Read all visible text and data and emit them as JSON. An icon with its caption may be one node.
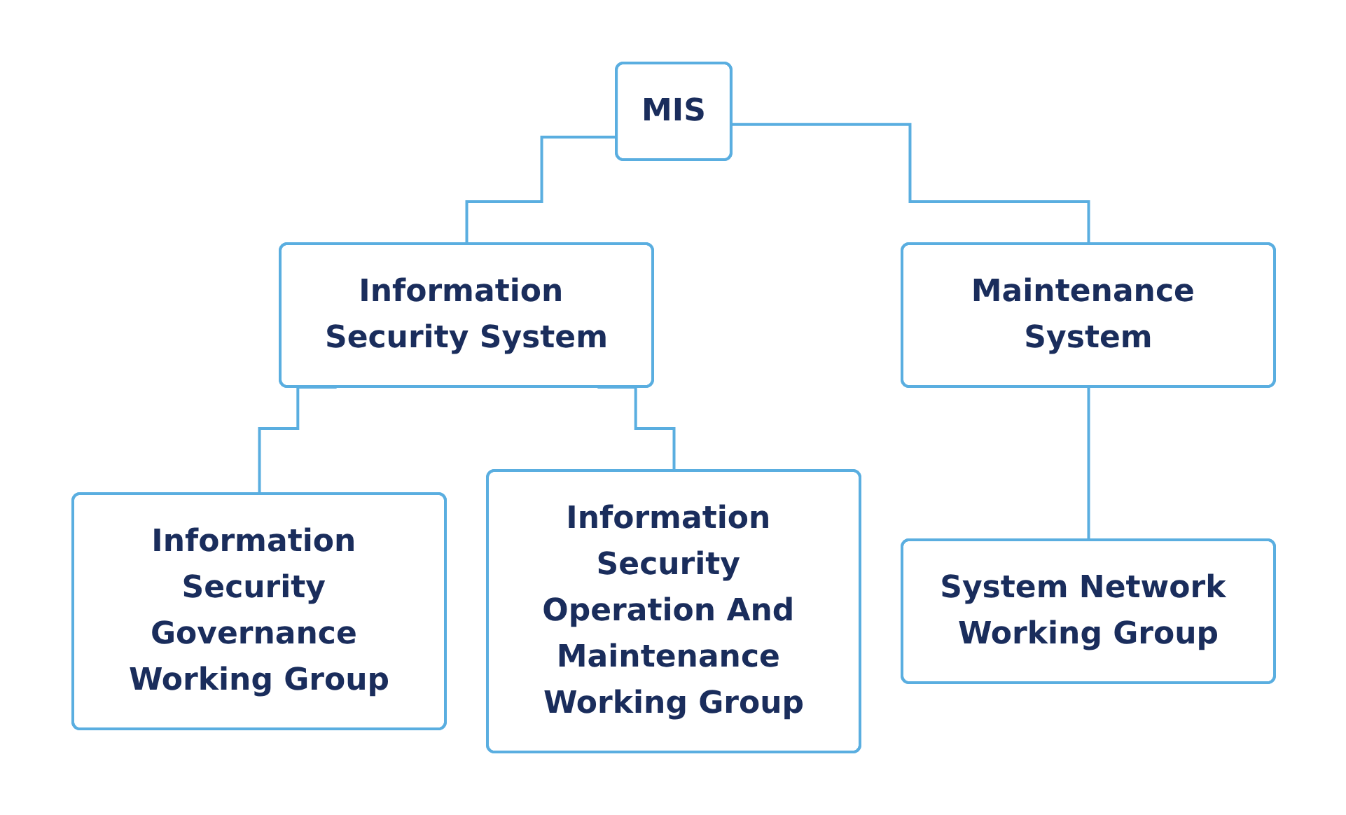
{
  "diagram": {
    "nodes": [
      {
        "text": [
          "MIS"
        ]
      },
      {
        "text": [
          "Information Security System"
        ]
      },
      {
        "text": [
          "Maintenance System"
        ]
      },
      {
        "text": [
          "Information Security Governance Working Group"
        ]
      },
      {
        "text": [
          "Information Security Operation And Maintenance Working Group"
        ]
      },
      {
        "text": [
          "System Network Working Group"
        ]
      }
    ],
    "edges": [
      {
        "from": 0,
        "to": 1,
        "arrow": "none"
      },
      {
        "from": 0,
        "to": 2,
        "arrow": "none"
      },
      {
        "from": 1,
        "to": 3,
        "arrow": "none"
      },
      {
        "from": 1,
        "to": 4,
        "arrow": "none"
      },
      {
        "from": 2,
        "to": 5,
        "arrow": "none"
      }
    ]
  }
}
